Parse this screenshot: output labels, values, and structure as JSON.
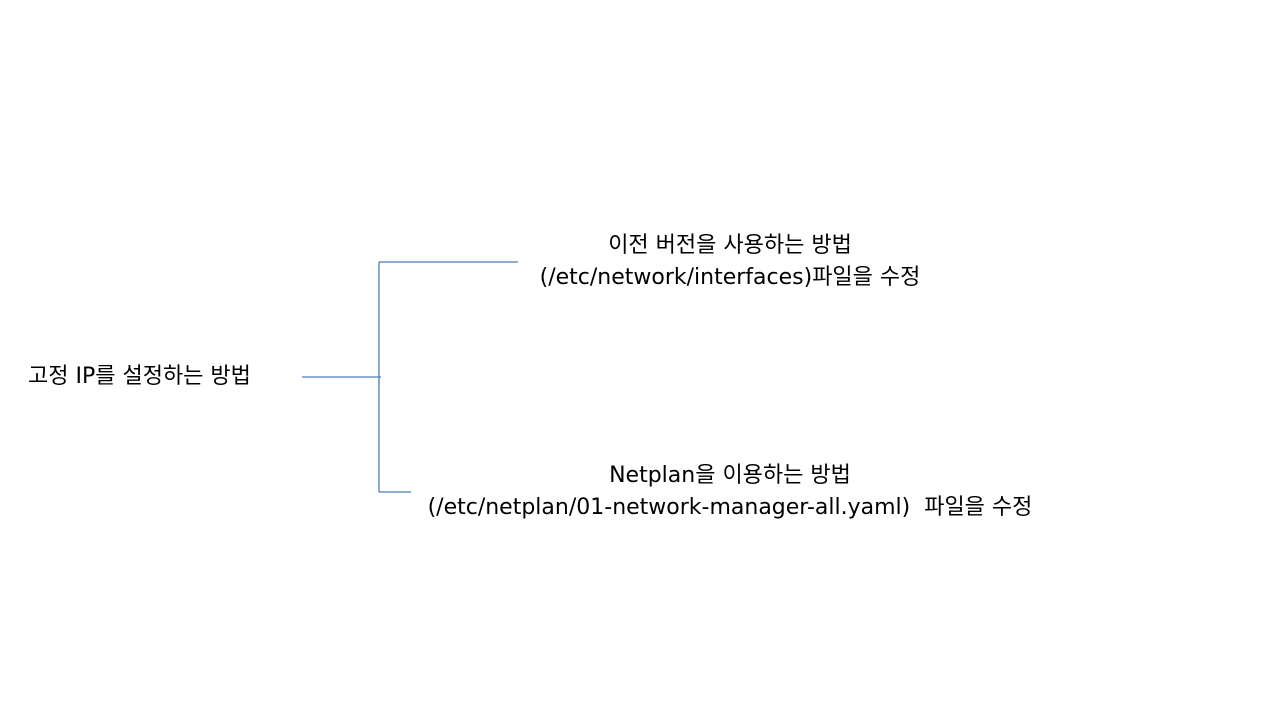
{
  "diagram": {
    "root": {
      "label": "고정 IP를 설정하는 방법"
    },
    "branches": [
      {
        "line1": "이전 버전을 사용하는 방법",
        "line2": "(/etc/network/interfaces)파일을 수정"
      },
      {
        "line1": "Netplan을 이용하는 방법",
        "line2": "(/etc/netplan/01-network-manager-all.yaml)  파일을 수정"
      }
    ],
    "connector_color": "#4a7ebb"
  }
}
